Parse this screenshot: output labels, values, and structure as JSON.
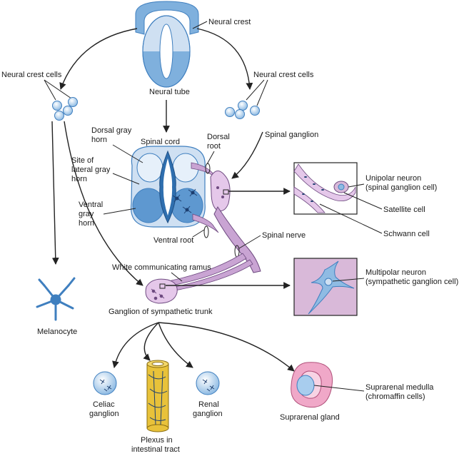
{
  "labels": {
    "neural_crest": "Neural crest",
    "neural_tube": "Neural tube",
    "ncc_left": "Neural crest cells",
    "ncc_right": "Neural crest cells",
    "dorsal_gray_horn_1": "Dorsal gray",
    "dorsal_gray_horn_2": "horn",
    "spinal_cord": "Spinal cord",
    "dorsal_root_1": "Dorsal",
    "dorsal_root_2": "root",
    "spinal_ganglion": "Spinal ganglion",
    "site_lateral_1": "Site of",
    "site_lateral_2": "lateral gray",
    "site_lateral_3": "horn",
    "ventral_gray_1": "Ventral",
    "ventral_gray_2": "gray",
    "ventral_gray_3": "horn",
    "ventral_root": "Ventral root",
    "spinal_nerve": "Spinal nerve",
    "white_ramus": "White communicating ramus",
    "unipolar_1": "Unipolar neuron",
    "unipolar_2": "(spinal ganglion cell)",
    "satellite_cell": "Satellite cell",
    "schwann_cell": "Schwann cell",
    "multipolar_1": "Multipolar neuron",
    "multipolar_2": "(sympathetic ganglion cell)",
    "ganglion_symp": "Ganglion of sympathetic trunk",
    "melanocyte": "Melanocyte",
    "celiac_1": "Celiac",
    "celiac_2": "ganglion",
    "renal_1": "Renal",
    "renal_2": "ganglion",
    "plexus_1": "Plexus in",
    "plexus_2": "intestinal tract",
    "suprarenal_gland": "Suprarenal gland",
    "suprarenal_medulla_1": "Suprarenal medulla",
    "suprarenal_medulla_2": "(chromaffin cells)"
  },
  "colors": {
    "tube_light": "#d6e6f5",
    "tube_mid": "#7fb0dd",
    "tube_dark": "#3f7fbf",
    "cord_light": "#cfe0f2",
    "cord_dark": "#5e98d0",
    "nerve": "#c9a4d3",
    "nerve_edge": "#6e4a80",
    "ganglion_fill": "#e5c8ea",
    "inset_fill": "#d9b9d9",
    "plexus_yellow": "#e8c23a",
    "gland_pink": "#f0a8c8"
  }
}
